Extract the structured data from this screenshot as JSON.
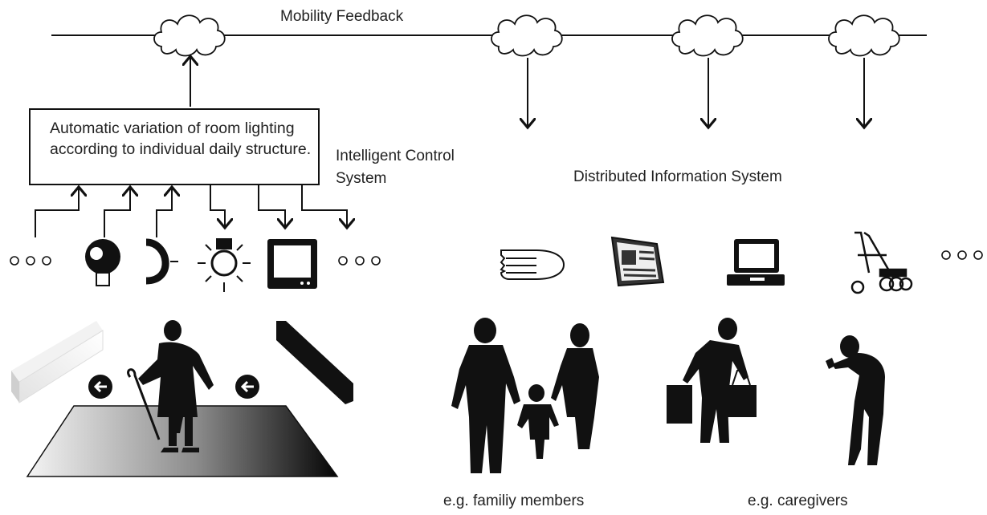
{
  "bus": {
    "label": "Mobility Feedback"
  },
  "control_box": {
    "text": "Automatic variation of room lighting according to individual daily structure."
  },
  "control_system": {
    "label": "Intelligent Control System"
  },
  "distributed_system": {
    "label": "Distributed Information System"
  },
  "captions": {
    "family": "e.g. familiy members",
    "caregivers": "e.g. caregivers"
  },
  "colors": {
    "ink": "#111111",
    "text": "#222222",
    "background": "#ffffff"
  },
  "icons": {
    "clouds": [
      "cloud-icon",
      "cloud-icon",
      "cloud-icon",
      "cloud-icon"
    ],
    "left_devices": [
      "ellipsis-icon",
      "motion-sensor-icon",
      "presence-sensor-icon",
      "light-bulb-icon",
      "display-icon",
      "ellipsis-icon"
    ],
    "right_devices": [
      "hand-icon",
      "newspaper-icon",
      "laptop-icon",
      "rollator-icon",
      "ellipsis-icon"
    ],
    "figures": [
      "elderly-person-with-cane-icon",
      "family-silhouette-icon",
      "shopper-silhouette-icon",
      "caregiver-silhouette-icon"
    ]
  }
}
